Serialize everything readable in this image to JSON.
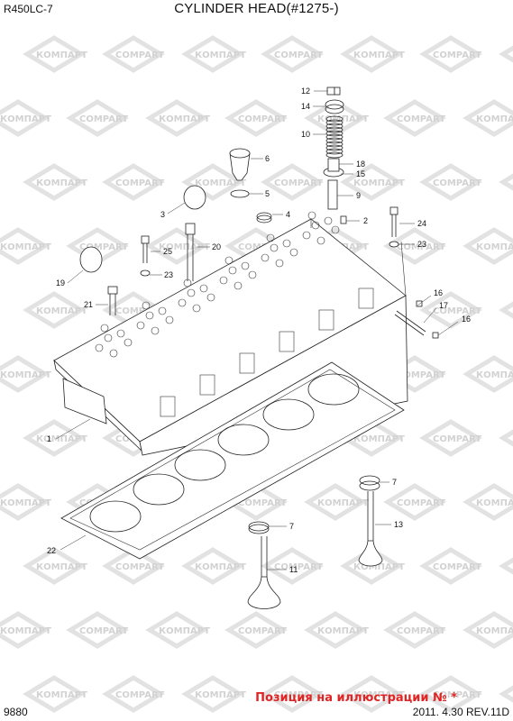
{
  "header": {
    "model": "R450LC-7",
    "title": "CYLINDER HEAD(#1275-)"
  },
  "footer": {
    "page_number": "9880",
    "date_rev": "2011. 4.30   REV.11D",
    "note": "Позиция на иллюстрации № *"
  },
  "watermark": {
    "brand_cyr": "КОМПАРТ",
    "brand_lat": "COMPART"
  },
  "callouts": [
    "1",
    "2",
    "3",
    "4",
    "5",
    "6",
    "7",
    "7",
    "9",
    "10",
    "11",
    "12",
    "13",
    "14",
    "15",
    "16",
    "16",
    "17",
    "18",
    "19",
    "20",
    "21",
    "22",
    "23",
    "23",
    "24",
    "25"
  ]
}
